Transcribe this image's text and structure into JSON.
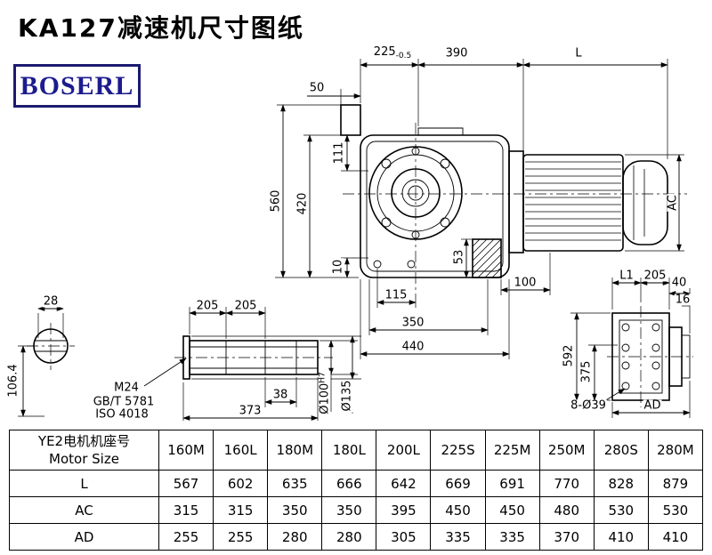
{
  "title": "KA127减速机尺寸图纸",
  "logo": "BOSERL",
  "dims": {
    "d225": "225",
    "d225_tol": "-0.5",
    "d390": "390",
    "dL": "L",
    "d50": "50",
    "d111": "111",
    "d560": "560",
    "d420": "420",
    "d10": "10",
    "d53": "53",
    "d100": "100",
    "d115": "115",
    "d350": "350",
    "d440": "440",
    "dAC": "AC",
    "d28": "28",
    "d106": "106.4",
    "d205a": "205",
    "d205b": "205",
    "m24": "M24",
    "gbt": "GB/T 5781",
    "iso": "ISO 4018",
    "d38": "38",
    "d373": "373",
    "d100h7": "Ø100",
    "d100h7_sup": "H7",
    "d135": "Ø135",
    "dL1": "L1",
    "d205c": "205",
    "d40": "40",
    "d16": "16",
    "d592": "592",
    "d375": "375",
    "d8o39": "8-Ø39",
    "dAD": "AD"
  },
  "table": {
    "header_cn": "YE2电机机座号",
    "header_en": "Motor Size",
    "motor_sizes": [
      "160M",
      "160L",
      "180M",
      "180L",
      "200L",
      "225S",
      "225M",
      "250M",
      "280S",
      "280M"
    ],
    "rows": [
      {
        "label": "L",
        "values": [
          "567",
          "602",
          "635",
          "666",
          "642",
          "669",
          "691",
          "770",
          "828",
          "879"
        ]
      },
      {
        "label": "AC",
        "values": [
          "315",
          "315",
          "350",
          "350",
          "395",
          "450",
          "450",
          "480",
          "530",
          "530"
        ]
      },
      {
        "label": "AD",
        "values": [
          "255",
          "255",
          "280",
          "280",
          "305",
          "335",
          "335",
          "370",
          "410",
          "410"
        ]
      }
    ]
  }
}
